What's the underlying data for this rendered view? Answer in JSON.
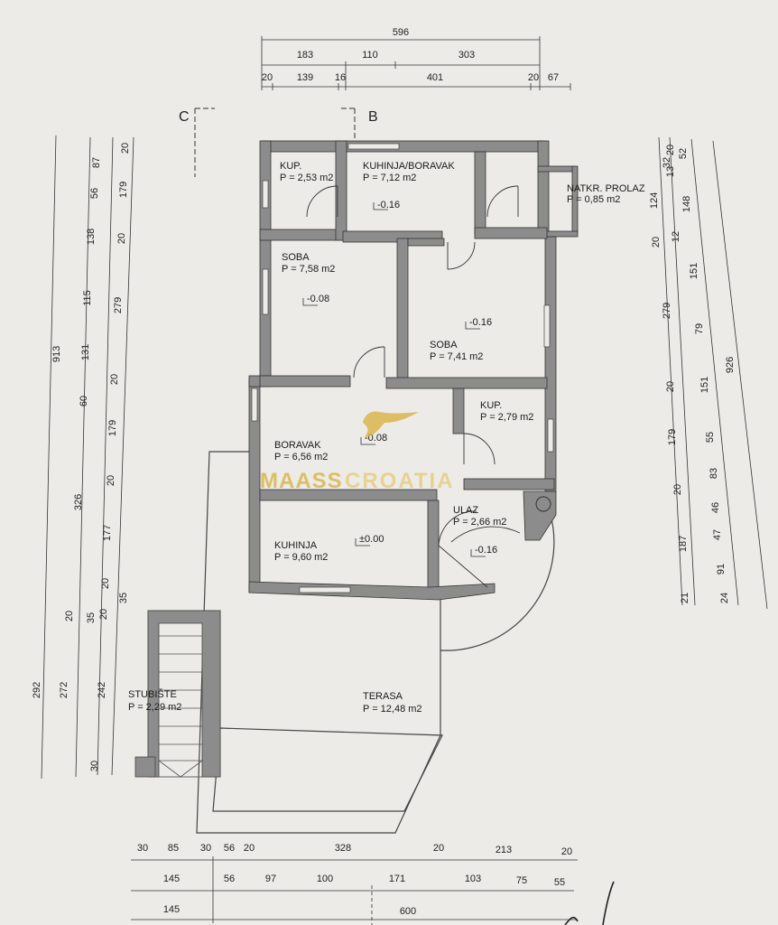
{
  "dims_top": {
    "row1": [
      "596"
    ],
    "row2": [
      "183",
      "110",
      "303"
    ],
    "row3": [
      "20",
      "139",
      "16",
      "401",
      "20",
      "67"
    ]
  },
  "dims_bottom": {
    "row1": [
      "30",
      "85",
      "30",
      "56",
      "20",
      "328",
      "20",
      "213",
      "20"
    ],
    "row2": [
      "145",
      "56",
      "97",
      "100",
      "171",
      "103",
      "75",
      "55"
    ],
    "row3": [
      "145",
      "600"
    ]
  },
  "dims_left": {
    "col1": [
      "913",
      "292"
    ],
    "col2": [
      "87",
      "138",
      "131",
      "326",
      "20",
      "272"
    ],
    "col3": [
      "56",
      "115",
      "60",
      "35",
      "20"
    ],
    "col4": [
      "20",
      "179",
      "20",
      "279",
      "20",
      "179",
      "20",
      "177",
      "20",
      "35",
      "242",
      "30"
    ]
  },
  "dims_right": {
    "col1": [
      "20",
      "124",
      "20",
      "279",
      "20",
      "179",
      "20",
      "187",
      "21"
    ],
    "col2": [
      "13",
      "32",
      "12"
    ],
    "col3": [
      "52",
      "148",
      "151",
      "79",
      "151",
      "55",
      "83",
      "46",
      "47",
      "91",
      "24"
    ],
    "col4": [
      "926"
    ]
  },
  "section_markers": {
    "left": "C",
    "right": "B"
  },
  "rooms": [
    {
      "name": "KUP.",
      "area": "P = 2,53 m2"
    },
    {
      "name": "KUHINJA/BORAVAK",
      "area": "P = 7,12 m2"
    },
    {
      "name": "NATKR. PROLAZ",
      "area": "P = 0,85 m2"
    },
    {
      "name": "SOBA",
      "area": "P = 7,58 m2"
    },
    {
      "name": "SOBA",
      "area": "P = 7,41 m2"
    },
    {
      "name": "KUP.",
      "area": "P = 2,79 m2"
    },
    {
      "name": "BORAVAK",
      "area": "P = 6,56 m2"
    },
    {
      "name": "ULAZ",
      "area": "P = 2,66 m2"
    },
    {
      "name": "KUHINJA",
      "area": "P = 9,60 m2"
    },
    {
      "name": "TERASA",
      "area": "P = 12,48 m2"
    },
    {
      "name": "STUBIŠTE",
      "area": "P = 2,29 m2"
    }
  ],
  "levels": [
    "-0.16",
    "-0.08",
    "-0.16",
    "-0.08",
    "±0.00",
    "-0.16"
  ],
  "watermark": {
    "brand_left": "MAASS",
    "brand_right": "CROATIA",
    "color": "#d9b343"
  },
  "colors": {
    "wall": "#8c8c8c",
    "line": "#333333",
    "paper": "#ecebe8"
  }
}
